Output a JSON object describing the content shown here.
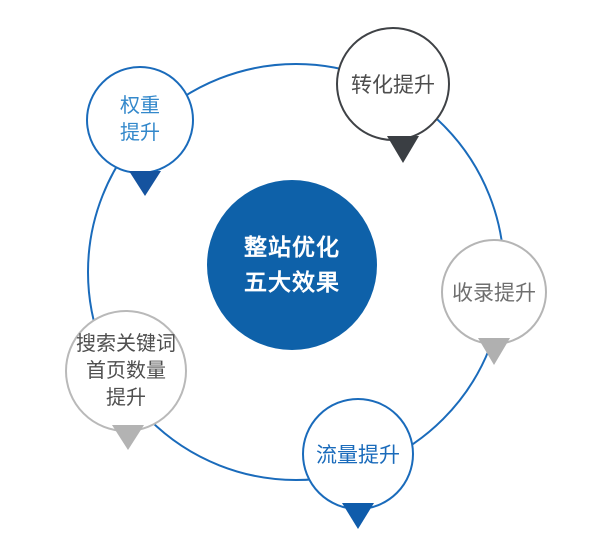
{
  "diagram": {
    "orbit": {
      "color": "#1a6bbb"
    },
    "center": {
      "label_lines": [
        "整站优化",
        "五大效果"
      ],
      "fill_color": "#0e61a9",
      "text_color": "#ffffff"
    },
    "nodes": [
      {
        "id": "weight-boost",
        "label_lines": [
          "权重",
          "提升"
        ],
        "border_color": "#1a6bbb",
        "text_color": "#3388cb",
        "arrow_color": "#15539f"
      },
      {
        "id": "conversion-boost",
        "label_lines": [
          "转化提升"
        ],
        "border_color": "#3f4246",
        "text_color": "#4d4d4d",
        "arrow_color": "#3a3e43"
      },
      {
        "id": "indexing-boost",
        "label_lines": [
          "收录提升"
        ],
        "border_color": "#b5b5b5",
        "text_color": "#6f6f6f",
        "arrow_color": "#b0b0b0"
      },
      {
        "id": "keyword-homepage-boost",
        "label_lines": [
          "搜索关键词",
          "首页数量",
          "提升"
        ],
        "border_color": "#b9b9b9",
        "text_color": "#4f4f4f",
        "arrow_color": "#b3b3b3"
      },
      {
        "id": "traffic-boost",
        "label_lines": [
          "流量提升"
        ],
        "border_color": "#1a6bbb",
        "text_color": "#1a6bbb",
        "arrow_color": "#0f5cab"
      }
    ]
  }
}
